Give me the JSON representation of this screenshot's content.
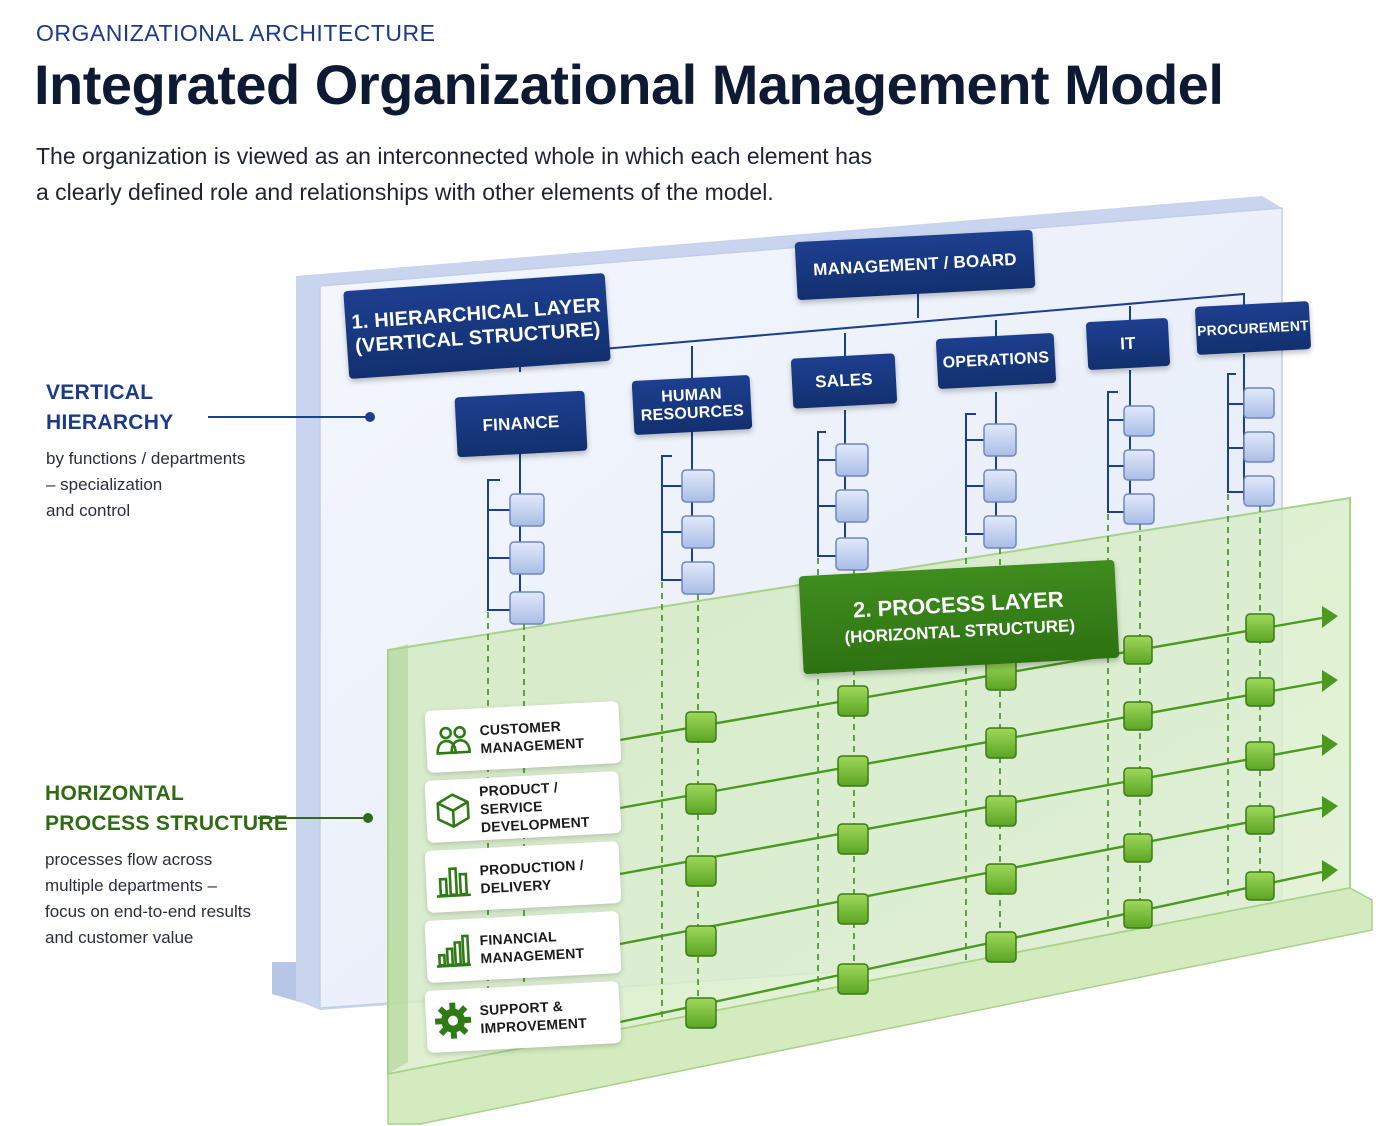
{
  "header": {
    "eyebrow": "ORGANIZATIONAL ARCHITECTURE",
    "title": "Integrated Organizational Management Model",
    "subtitle": "The organization is viewed as an interconnected whole in which each element has a clearly defined role and relationships with other elements of the model."
  },
  "callouts": {
    "vertical": {
      "title_line1": "VERTICAL",
      "title_line2": "HIERARCHY",
      "desc_line1": "by functions / departments",
      "desc_line2": "– specialization",
      "desc_line3": "and control"
    },
    "horizontal": {
      "title_line1": "HORIZONTAL",
      "title_line2": "PROCESS STRUCTURE",
      "desc_line1": "processes flow across",
      "desc_line2": "multiple departments –",
      "desc_line3": "focus on end-to-end results",
      "desc_line4": "and customer value"
    }
  },
  "hierarchy": {
    "layer_label_line1": "1. HIERARCHICAL LAYER",
    "layer_label_line2": "(VERTICAL STRUCTURE)",
    "root": "MANAGEMENT / BOARD",
    "departments": [
      {
        "label_line1": "FINANCE",
        "label_line2": ""
      },
      {
        "label_line1": "HUMAN",
        "label_line2": "RESOURCES"
      },
      {
        "label_line1": "SALES",
        "label_line2": ""
      },
      {
        "label_line1": "OPERATIONS",
        "label_line2": ""
      },
      {
        "label_line1": "IT",
        "label_line2": ""
      },
      {
        "label_line1": "PROCUREMENT",
        "label_line2": ""
      }
    ]
  },
  "process_layer": {
    "label_line1": "2. PROCESS LAYER",
    "label_line2": "(HORIZONTAL STRUCTURE)",
    "processes": [
      {
        "label_line1": "CUSTOMER",
        "label_line2": "MANAGEMENT",
        "icon": "people-icon"
      },
      {
        "label_line1": "PRODUCT / SERVICE",
        "label_line2": "DEVELOPMENT",
        "icon": "cube-icon"
      },
      {
        "label_line1": "PRODUCTION /",
        "label_line2": "DELIVERY",
        "icon": "bar-chart-icon"
      },
      {
        "label_line1": "FINANCIAL",
        "label_line2": "MANAGEMENT",
        "icon": "growth-chart-icon"
      },
      {
        "label_line1": "SUPPORT &",
        "label_line2": "IMPROVEMENT",
        "icon": "gear-icon"
      }
    ]
  },
  "colors": {
    "hierarchy_blue": "#1b3a8a",
    "process_green": "#3f8d1e",
    "node_green": "#7cc23a",
    "node_blue": "#c9d6f0"
  }
}
